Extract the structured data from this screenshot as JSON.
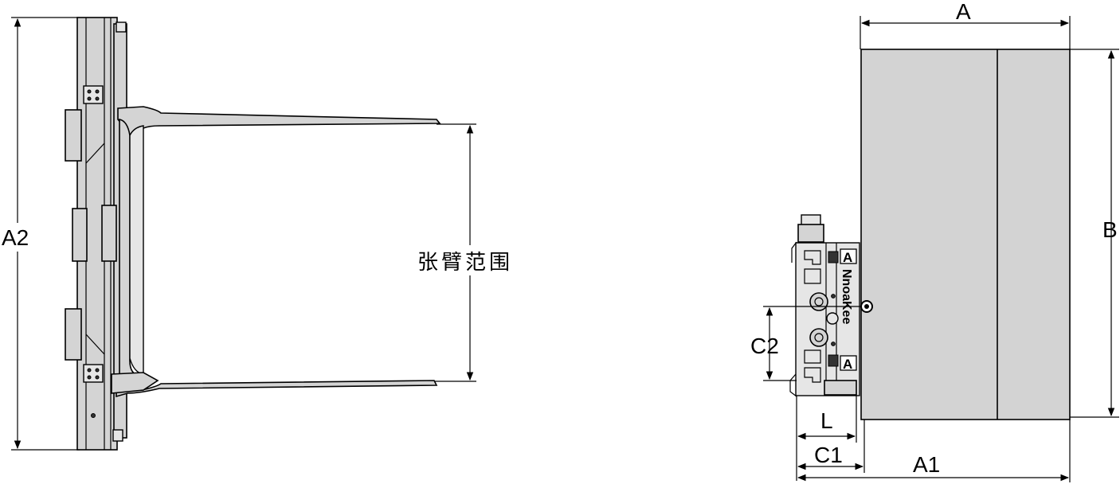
{
  "left_view": {
    "dimension_a2": "A2",
    "clamp_range_label": "张臂范围"
  },
  "right_view": {
    "dimension_a": "A",
    "dimension_b": "B",
    "dimension_c2": "C2",
    "dimension_l": "L",
    "dimension_c1": "C1",
    "dimension_a1": "A1",
    "brand_text": "NnoaKee",
    "badge_letter_top": "A",
    "badge_letter_bottom": "A"
  }
}
